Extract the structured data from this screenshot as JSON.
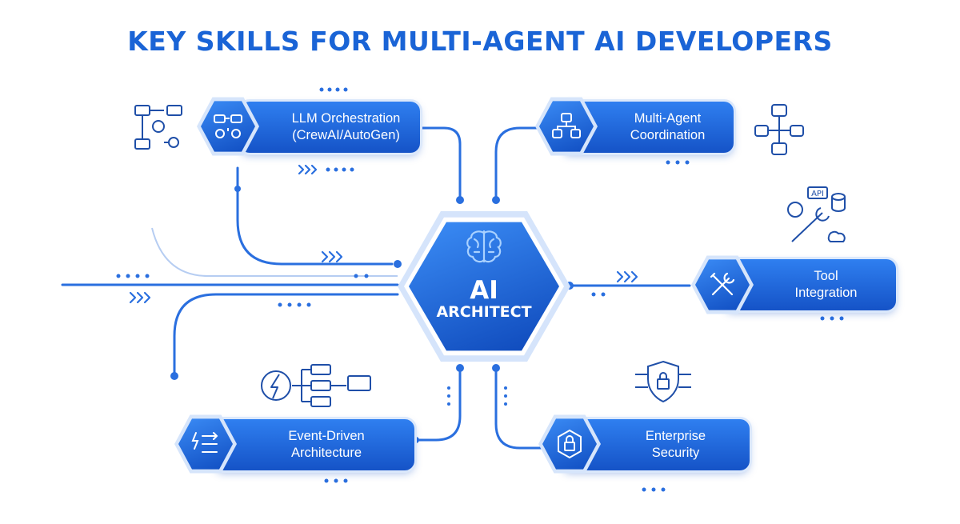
{
  "title": "KEY SKILLS FOR MULTI-AGENT AI DEVELOPERS",
  "center": {
    "line1": "AI",
    "line2": "ARCHITECT",
    "icon": "brain-icon"
  },
  "skills": [
    {
      "label": "LLM Orchestration\n(CrewAI/AutoGen)",
      "icon": "chat-gears-icon",
      "side_icon": "chat-gears-workflow-icon"
    },
    {
      "label": "Multi-Agent\nCoordination",
      "icon": "robots-network-icon",
      "side_icon": "robots-network-icon"
    },
    {
      "label": "Tool\nIntegration",
      "icon": "wrench-screwdriver-icon",
      "side_icon": "api-wrench-cloud-icon"
    },
    {
      "label": "Event-Driven\nArchitecture",
      "icon": "event-flow-icon",
      "side_icon": "lightning-flow-icon"
    },
    {
      "label": "Enterprise\nSecurity",
      "icon": "lock-network-icon",
      "side_icon": "shield-lock-icon"
    }
  ],
  "side_icon_text": {
    "api": "API"
  },
  "colors": {
    "title": "#1a64d6",
    "primary": "#1f63da",
    "primary_dark": "#0f4cc0",
    "halo": "#d6e5fb",
    "icon_stroke": "#1f4fa8"
  }
}
